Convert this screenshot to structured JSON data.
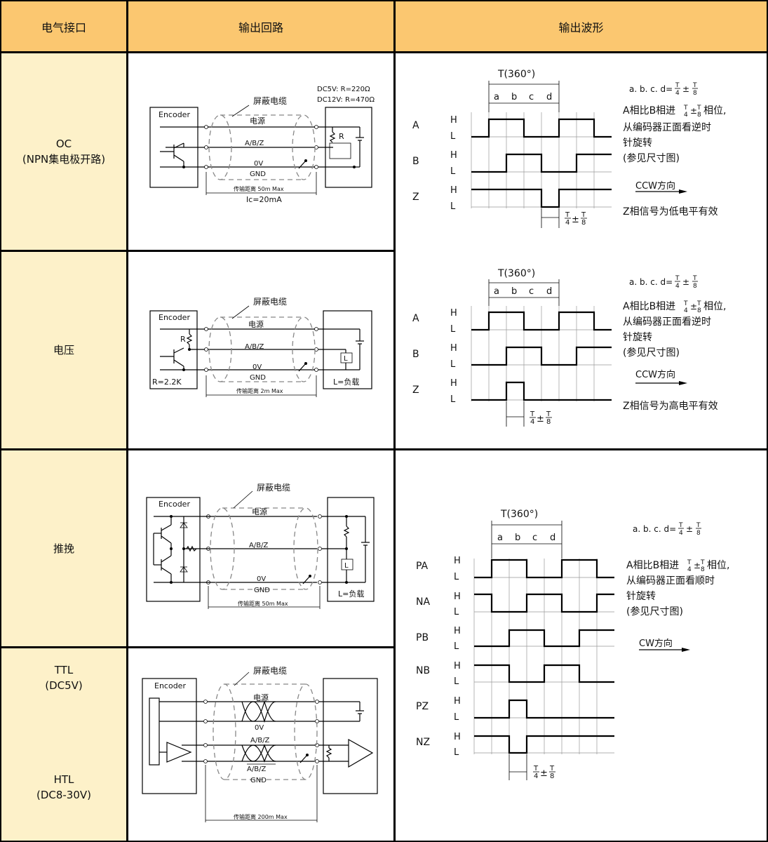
{
  "header": {
    "interface": "电气接口",
    "circuit": "输出回路",
    "waveform": "输出波形"
  },
  "rows": {
    "oc": {
      "line1": "OC",
      "line2": "(NPN集电极开路)"
    },
    "voltage": {
      "line1": "电压"
    },
    "pushpull": {
      "line1": "推挽"
    },
    "ttl": {
      "line1": "TTL",
      "line2": "(DC5V)",
      "line3": "HTL",
      "line4": "(DC8-30V)"
    }
  },
  "circuits": {
    "encoder": "Encoder",
    "shield": "屏蔽电缆",
    "power": "电源",
    "abz": "A/B/Z",
    "zero_v": "0V",
    "gnd": "GND",
    "r": "R",
    "oc_dc5v": "DC5V: R=220Ω",
    "oc_dc12v": "DC12V: R=470Ω",
    "oc_distance": "传输距离 50m Max",
    "oc_current": "Ic=20mA",
    "volt_r": "R=2.2K",
    "volt_distance": "传输距离 2m Max",
    "load": "L=负载",
    "l": "L",
    "pp_distance": "传输距离 50m Max",
    "ttl_distance": "传输距离 200m Max",
    "ttl_abz": "A/B/Z"
  },
  "waveforms": {
    "period": "T(360°)",
    "seg_a": "a",
    "seg_b": "b",
    "seg_c": "c",
    "seg_d": "d",
    "abcd_prefix": "a. b. c. d=",
    "phase_t": "T",
    "phase_4": "4",
    "phase_8": "8",
    "pm": "±",
    "h": "H",
    "l": "L",
    "oc_note1_pre": "A相比B相进",
    "oc_note1_post": "相位,",
    "oc_note2": "从编码器正面看逆时",
    "oc_note3": "针旋转",
    "oc_note4": "(参见尺寸图)",
    "ccw": "CCW方向",
    "cw": "CW方向",
    "cw_note2": "从编码器正面看顺时",
    "oc_z_note": "Z相信号为低电平有效",
    "volt_z_note": "Z相信号为高电平有效",
    "labels_abz": [
      "A",
      "B",
      "Z"
    ],
    "labels_diff": [
      "PA",
      "NA",
      "PB",
      "NB",
      "PZ",
      "NZ"
    ]
  }
}
